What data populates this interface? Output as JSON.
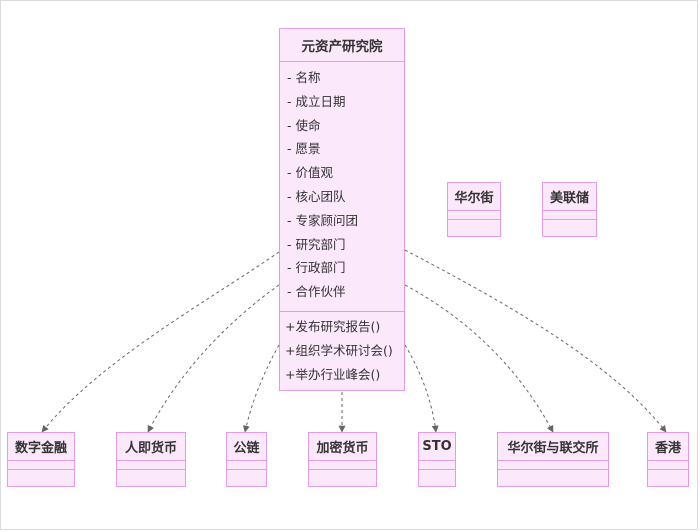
{
  "main_class": {
    "name": "元资产研究院",
    "attributes": [
      "- 名称",
      "- 成立日期",
      "- 使命",
      "- 愿景",
      "- 价值观",
      "- 核心团队",
      "- 专家顾问团",
      "- 研究部门",
      "- 行政部门",
      "- 合作伙伴"
    ],
    "methods": [
      "+发布研究报告()",
      "+组织学术研讨会()",
      "+举办行业峰会()"
    ]
  },
  "isolated_classes": [
    {
      "id": "huaerjie",
      "name": "华尔街"
    },
    {
      "id": "meilianchu",
      "name": "美联储"
    }
  ],
  "dependent_classes": [
    {
      "id": "digital-finance",
      "name": "数字金融"
    },
    {
      "id": "rmb",
      "name": "人即货币"
    },
    {
      "id": "public-chain",
      "name": "公链"
    },
    {
      "id": "crypto",
      "name": "加密货币"
    },
    {
      "id": "sto",
      "name": "STO"
    },
    {
      "id": "wallstreet-fed",
      "name": "华尔街与联交所"
    },
    {
      "id": "hongkong",
      "name": "香港"
    }
  ],
  "colors": {
    "box_fill": "#fbe8fb",
    "box_border": "#e39be3",
    "edge": "#666666",
    "text": "#333333"
  },
  "edge_style": "dashed-arrow"
}
